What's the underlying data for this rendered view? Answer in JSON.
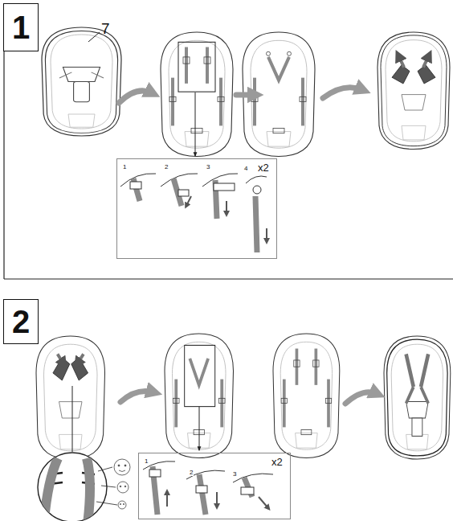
{
  "diagram": {
    "nodes": [
      {
        "text": [
          "1"
        ]
      },
      {
        "text": [
          "1",
          "2",
          "3",
          "4",
          "x2"
        ]
      },
      {
        "text": [
          "2"
        ]
      },
      {
        "text": [
          "1",
          "2",
          "3",
          "x2"
        ]
      }
    ],
    "labels": [
      "7"
    ]
  }
}
